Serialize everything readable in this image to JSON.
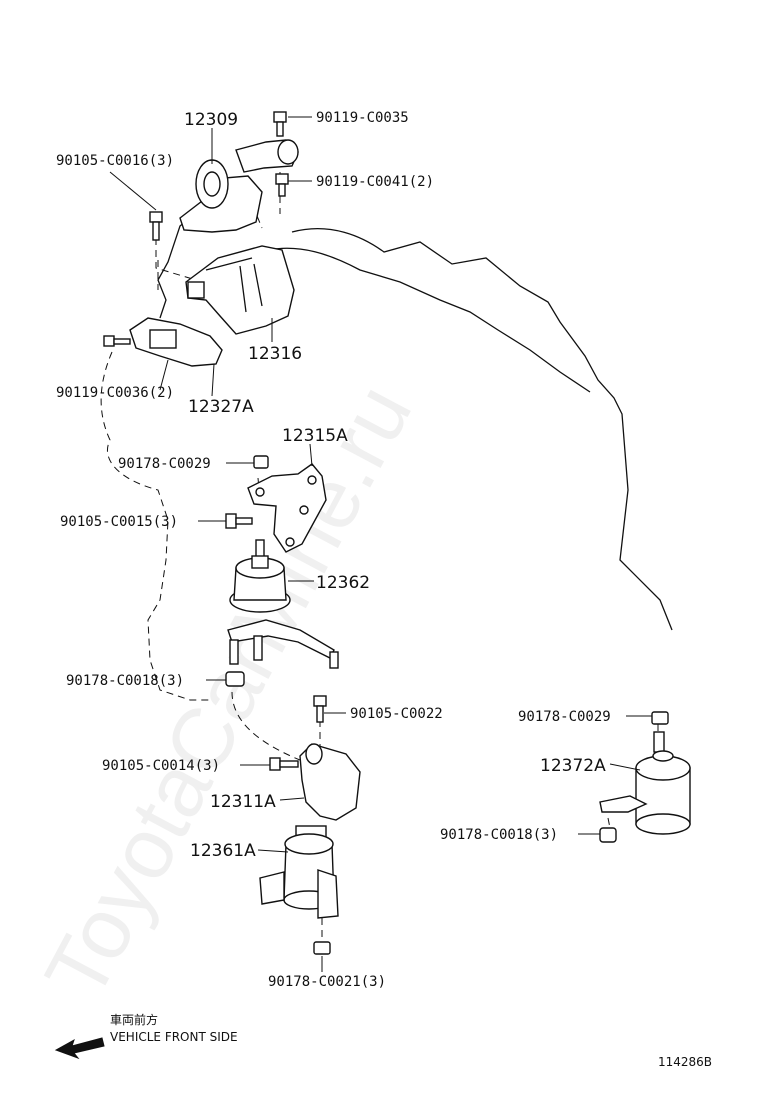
{
  "watermark": "ToyotaCarMine.ru",
  "labels": {
    "p12309": "12309",
    "p90119_c0035": "90119-C0035",
    "p90105_c0016": "90105-C0016(3)",
    "p90119_c0041": "90119-C0041(2)",
    "p12316": "12316",
    "p90119_c0036": "90119-C0036(2)",
    "p12327a": "12327A",
    "p12315a": "12315A",
    "p90178_c0029_a": "90178-C0029",
    "p90105_c0015": "90105-C0015(3)",
    "p12362": "12362",
    "p90178_c0018_a": "90178-C0018(3)",
    "p90105_c0022": "90105-C0022",
    "p90105_c0014": "90105-C0014(3)",
    "p12311a": "12311A",
    "p12361a": "12361A",
    "p90178_c0021": "90178-C0021(3)",
    "p90178_c0029_b": "90178-C0029",
    "p12372a": "12372A",
    "p90178_c0018_b": "90178-C0018(3)"
  },
  "direction": {
    "japanese": "車両前方",
    "english": "VEHICLE FRONT SIDE"
  },
  "figure_id": "114286B",
  "colors": {
    "line": "#111111",
    "background": "#ffffff"
  }
}
